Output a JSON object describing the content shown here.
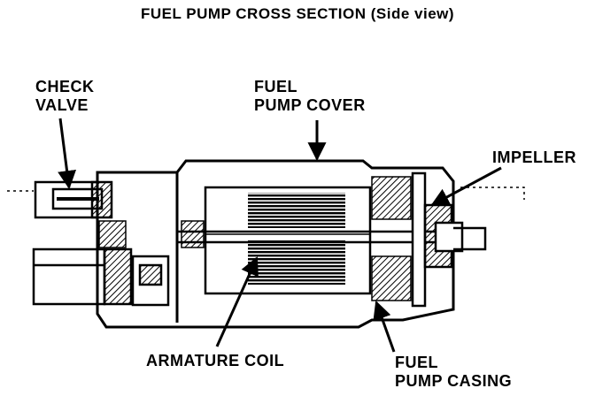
{
  "title": "FUEL PUMP CROSS SECTION (Side view)",
  "labels": {
    "check_valve": [
      "CHECK",
      "VALVE"
    ],
    "pump_cover": [
      "FUEL",
      "PUMP COVER"
    ],
    "impeller": "IMPELLER",
    "armature_coil": "ARMATURE COIL",
    "pump_casing": [
      "FUEL",
      "PUMP CASING"
    ]
  },
  "colors": {
    "ink": "#000000",
    "paper": "#ffffff"
  }
}
